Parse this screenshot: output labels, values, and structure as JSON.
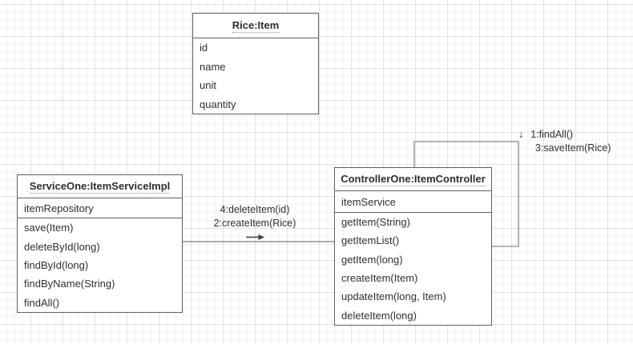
{
  "classes": [
    {
      "title": "Rice:Item",
      "attributes": [
        "id",
        "name",
        "unit",
        "quantity"
      ],
      "methods": []
    },
    {
      "title": "ServiceOne:ItemServiceImpl",
      "attributes": [
        "itemRepository"
      ],
      "methods": [
        "save(Item)",
        "deleteById(long)",
        "findById(long)",
        "findByName(String)",
        "findAll()"
      ]
    },
    {
      "title": "ControllerOne:ItemController",
      "attributes": [
        "itemService"
      ],
      "methods": [
        "getItem(String)",
        "getItemList()",
        "getItem(long)",
        "createItem(Item)",
        "updateItem(long, Item)",
        "deleteItem(long)"
      ]
    }
  ],
  "messages": {
    "service_to_controller": {
      "line1": "4:deleteItem(id)",
      "line2": "2:createItem(Rice)"
    },
    "controller_self": {
      "arrow": "↓",
      "line1": "1:findAll()",
      "line2": "3:saveItem(Rice)"
    }
  },
  "colors": {
    "box_border": "#5f5f5f",
    "connector": "#7d7d7d",
    "arrow": "#3f3f3f",
    "text": "#2e2e2e",
    "grid_minor": "#f3f3f3",
    "grid_major": "#e2e2e2"
  }
}
